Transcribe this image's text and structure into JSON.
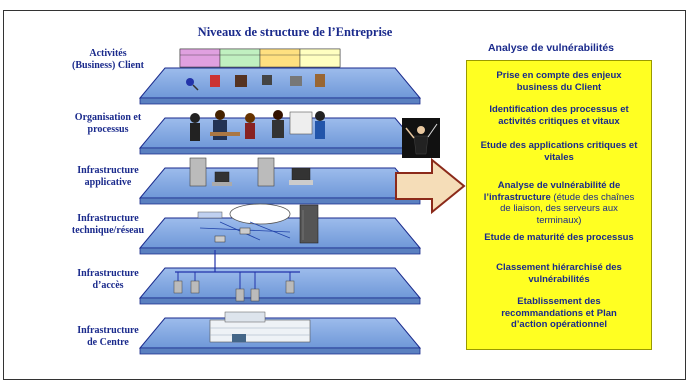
{
  "diagram": {
    "title": "Niveaux de structure de l’Entreprise",
    "layers": [
      {
        "line1": "Activités",
        "line2": "(Business) Client"
      },
      {
        "line1": "Organisation et",
        "line2": "processus"
      },
      {
        "line1": "Infrastructure",
        "line2": "applicative"
      },
      {
        "line1": "Infrastructure",
        "line2": "technique/réseau"
      },
      {
        "line1": "Infrastructure",
        "line2": "d’accès"
      },
      {
        "line1": "Infrastructure",
        "line2": "de Centre"
      }
    ],
    "analysis": {
      "title": "Analyse de vulnérabilités",
      "items": [
        {
          "line1": "Prise en compte des enjeux",
          "line2": "business du Client"
        },
        {
          "line1": "Identification des processus et",
          "line2": "activités critiques et vitaux"
        },
        {
          "line1": "Etude des applications critiques et",
          "line2": "vitales"
        },
        {
          "bold1": "Analyse de vulnérabilité de",
          "bold2": "l’infrastructure",
          "plain2": " (étude des chaînes",
          "plain3": "de liaison, des serveurs aux",
          "plain4": "terminaux)"
        },
        {
          "line1": "Etude de maturité des processus"
        },
        {
          "line1": "Classement hiérarchisé des",
          "line2": "vulnérabilités"
        },
        {
          "line1": "Etablissement des",
          "line2": "recommandations et Plan",
          "line3": "d’action opérationnel"
        }
      ]
    },
    "colors": {
      "slab": "#7fa8e0",
      "slab_edge": "#1a2a8c",
      "label_text": "#1a2a8c",
      "analysis_bg": "#ffff22",
      "arrow_fill": "#f5ddb8",
      "arrow_stroke": "#8b2a1a"
    }
  }
}
